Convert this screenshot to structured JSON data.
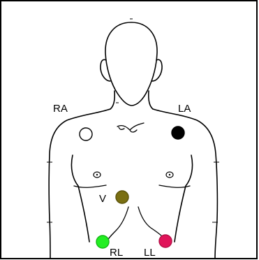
{
  "leads": [
    {
      "label": "RA",
      "fill": "#ffffff",
      "stroke": "#000000"
    },
    {
      "label": "LA",
      "fill": "#000000",
      "stroke": "#000000"
    },
    {
      "label": "V",
      "fill": "#7a6f12",
      "stroke": "#5a520a"
    },
    {
      "label": "RL",
      "fill": "#22ee22",
      "stroke": "#14b814"
    },
    {
      "label": "LL",
      "fill": "#e0145a",
      "stroke": "#b40f46"
    }
  ]
}
